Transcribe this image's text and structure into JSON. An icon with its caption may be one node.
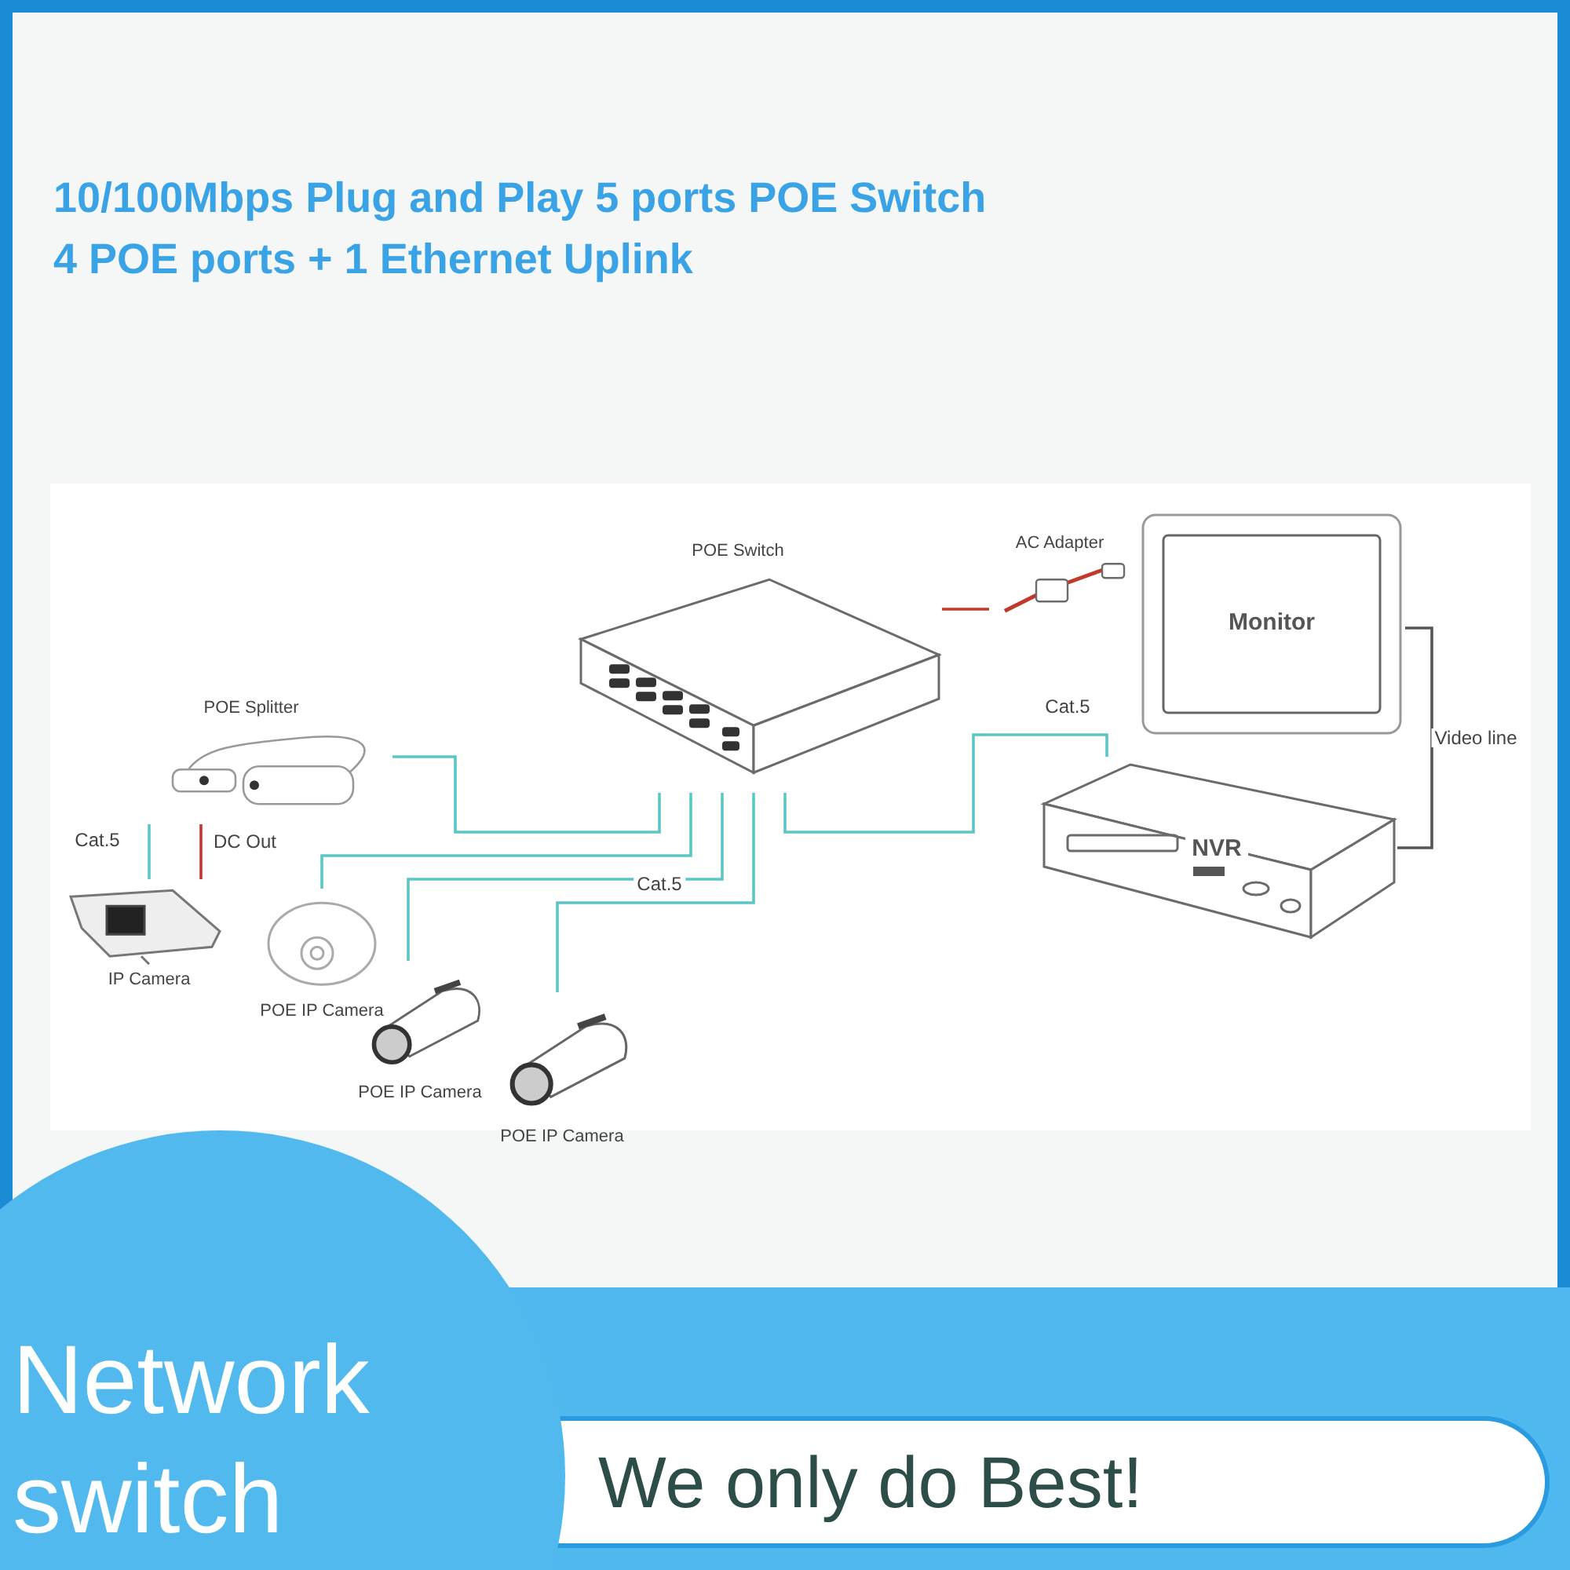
{
  "diagram": {
    "title": "10/100Mbps Plug and Play 5 ports POE Switch",
    "nodes": [
      {
        "text": [
          "POE Switch"
        ]
      },
      {
        "text": [
          "AC Adapter"
        ]
      },
      {
        "text": [
          "Monitor"
        ]
      },
      {
        "text": [
          "NVR"
        ]
      },
      {
        "text": [
          "POE Splitter"
        ]
      },
      {
        "text": [
          "IP Camera"
        ]
      },
      {
        "text": [
          "POE IP Camera"
        ]
      },
      {
        "text": [
          "POE IP Camera"
        ]
      },
      {
        "text": [
          "POE IP Camera"
        ]
      }
    ],
    "edges": [
      {
        "from": 0,
        "to": 4,
        "arrow": "none"
      },
      {
        "from": 0,
        "to": 6,
        "arrow": "none"
      },
      {
        "from": 0,
        "to": 7,
        "arrow": "none"
      },
      {
        "from": 0,
        "to": 8,
        "arrow": "none",
        "label": "Cat.5"
      },
      {
        "from": 0,
        "to": 3,
        "arrow": "none",
        "label": "Cat.5"
      },
      {
        "from": 1,
        "to": 0,
        "arrow": "none",
        "color": "#c0392b"
      },
      {
        "from": 3,
        "to": 2,
        "arrow": "none",
        "label": "Video line",
        "color": "#555555"
      },
      {
        "from": 4,
        "to": 5,
        "arrow": "none",
        "label": "Cat.5"
      },
      {
        "from": 4,
        "to": 5,
        "arrow": "none",
        "label": "DC Out",
        "color": "#c0392b"
      }
    ],
    "labels": [
      "4 POE ports + 1 Ethernet Uplink",
      "Network switch",
      "We only do Best!"
    ]
  }
}
